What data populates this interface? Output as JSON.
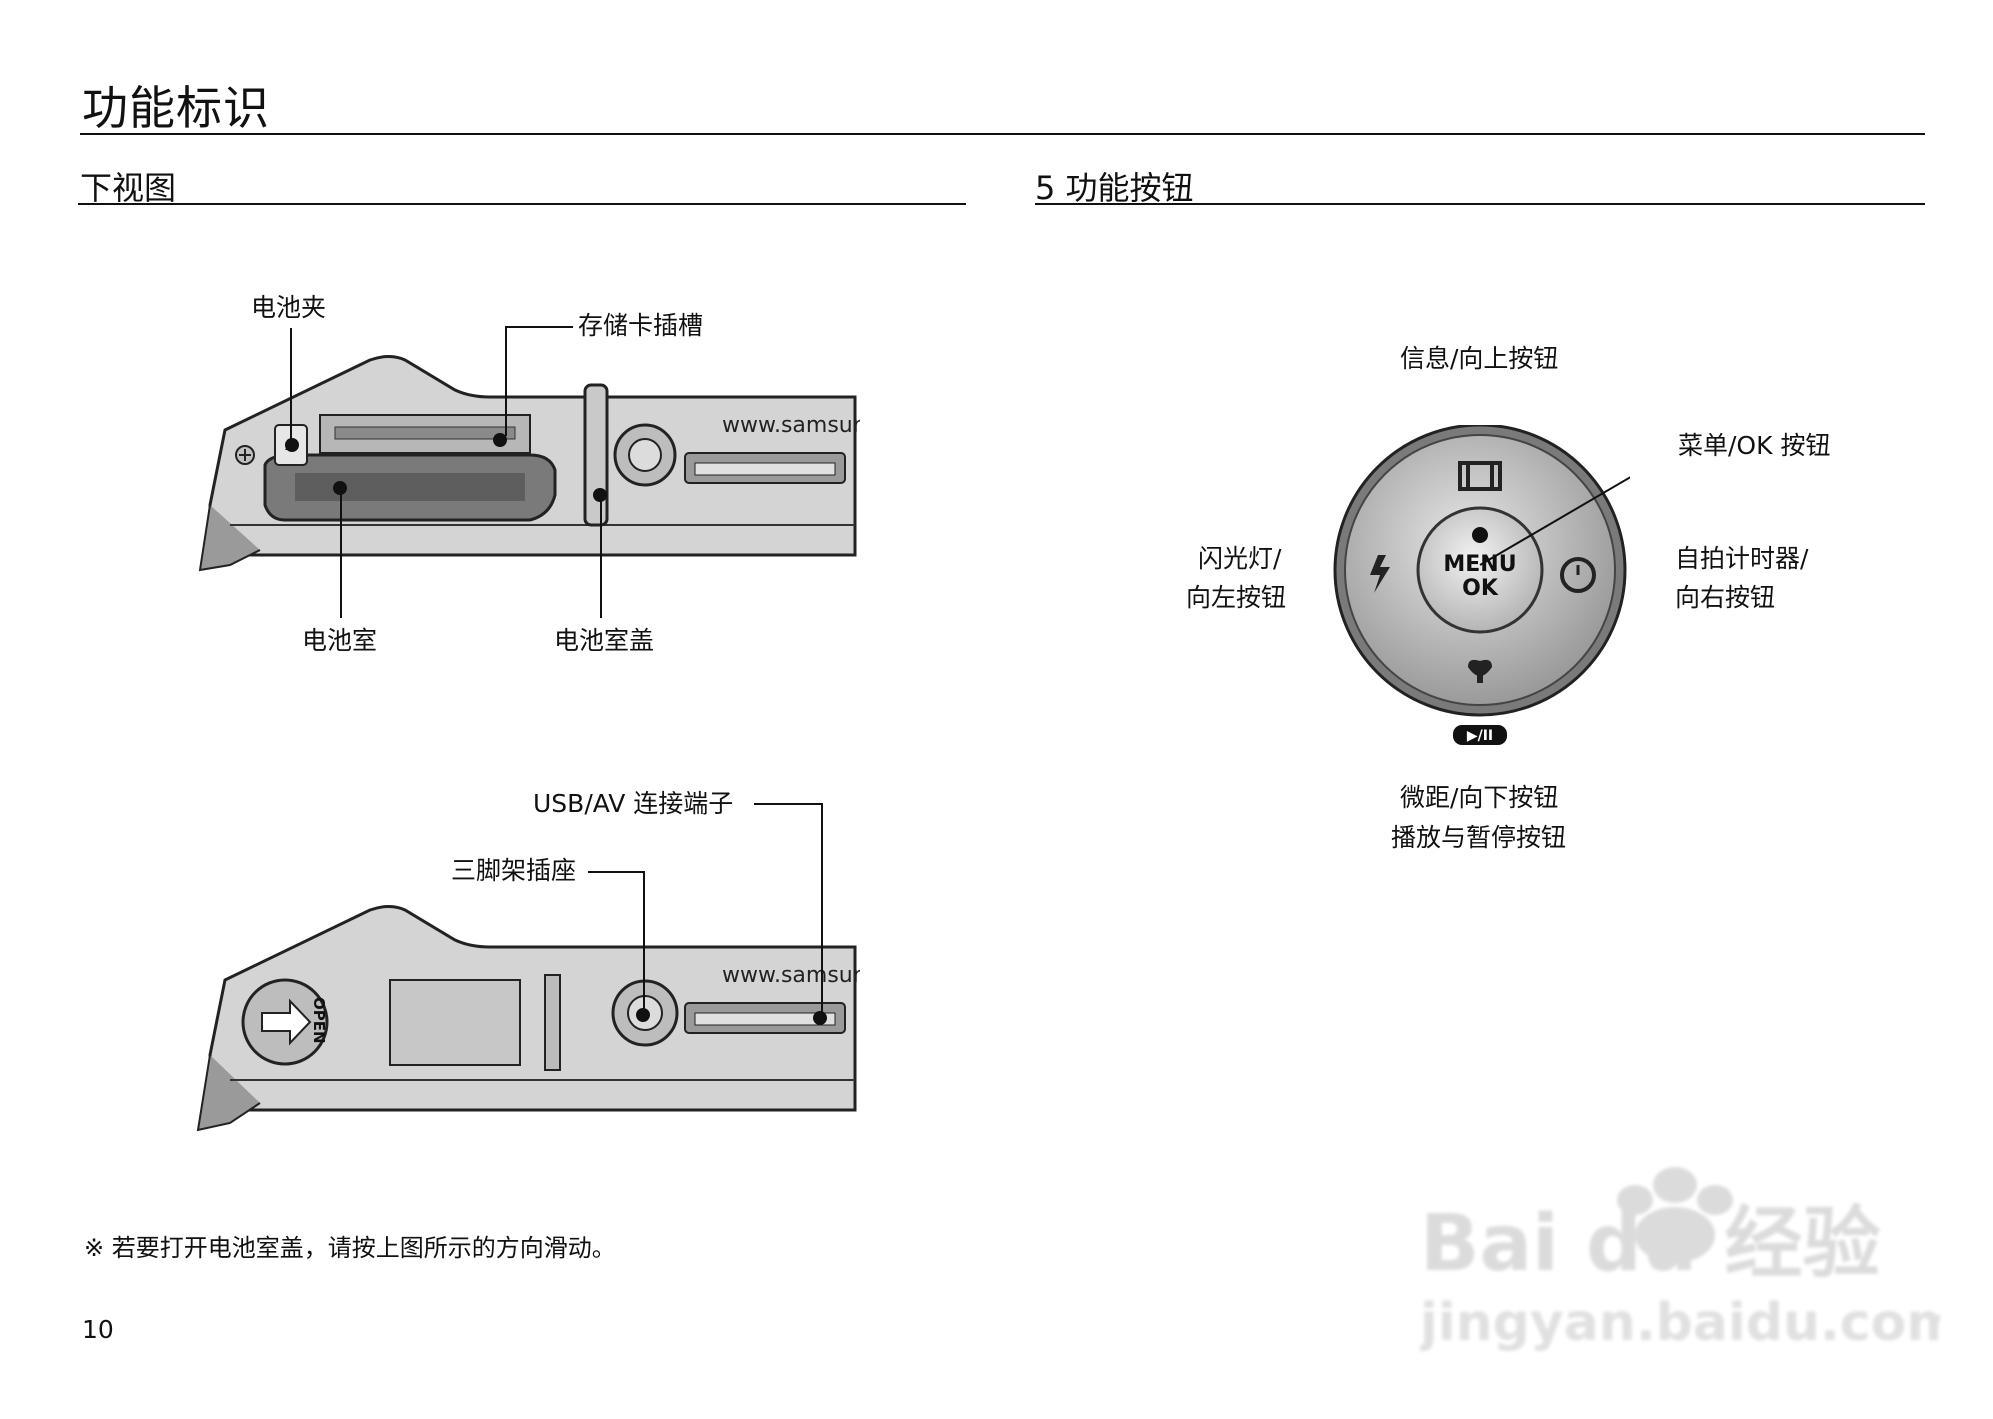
{
  "page": {
    "title": "功能标识",
    "number": "10",
    "note": "※ 若要打开电池室盖，请按上图所示的方向滑动。"
  },
  "left_section": {
    "title": "下视图",
    "top_diagram": {
      "labels": {
        "battery_clip": "电池夹",
        "card_slot": "存储卡插槽",
        "battery_chamber": "电池室",
        "battery_cover": "电池室盖"
      },
      "printed_text": "www.samsung"
    },
    "bottom_diagram": {
      "labels": {
        "usb_av": "USB/AV  连接端子",
        "tripod": "三脚架插座"
      },
      "printed_text": "www.samsung",
      "open_text": "OPEN"
    }
  },
  "right_section": {
    "title": "5  功能按钮",
    "dial": {
      "center_line1": "MENU",
      "center_line2": "OK",
      "play_badge": "▶/II"
    },
    "labels": {
      "up": "信息/向上按钮",
      "menu_ok": "菜单/OK  按钮",
      "left_line1": "闪光灯/",
      "left_line2": "向左按钮",
      "right_line1": "自拍计时器/",
      "right_line2": "向右按钮",
      "down_line1": "微距/向下按钮",
      "down_line2": "播放与暂停按钮"
    }
  },
  "watermark": {
    "logo": "Bai du 经验",
    "url": "jingyan.baidu.com"
  }
}
